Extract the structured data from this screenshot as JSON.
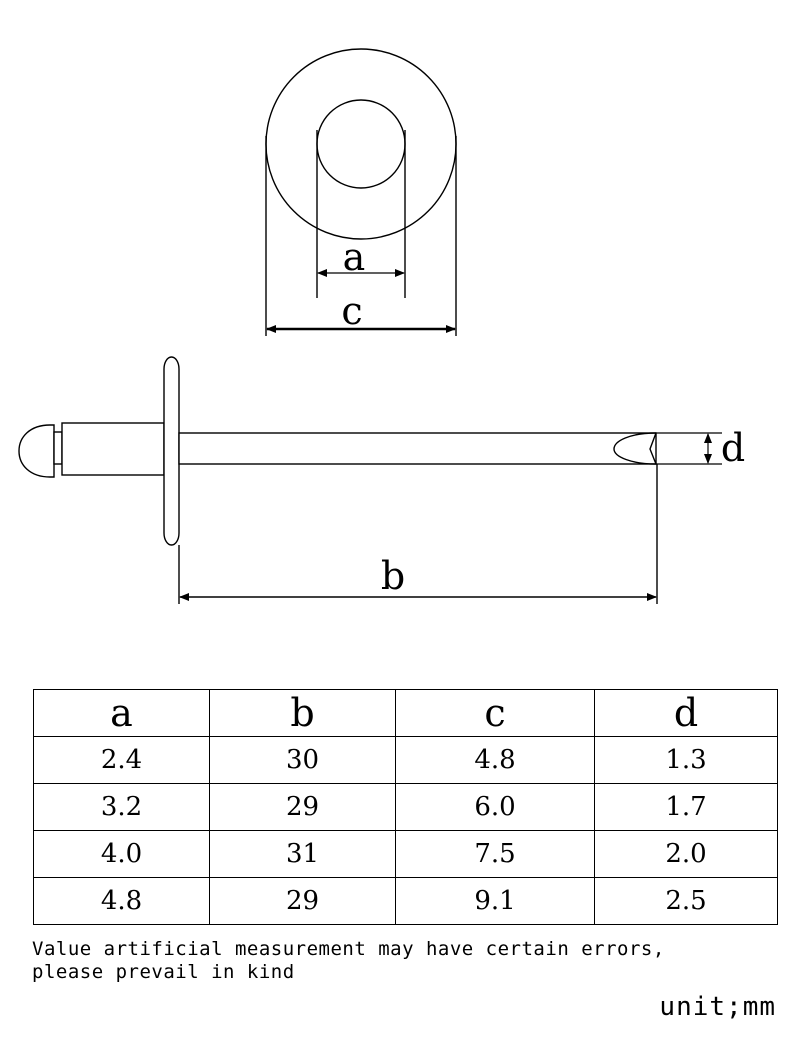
{
  "drawing": {
    "label_a": "a",
    "label_b": "b",
    "label_c": "c",
    "label_d": "d"
  },
  "table": {
    "headers": [
      "a",
      "b",
      "c",
      "d"
    ],
    "rows": [
      [
        "2.4",
        "30",
        "4.8",
        "1.3"
      ],
      [
        "3.2",
        "29",
        "6.0",
        "1.7"
      ],
      [
        "4.0",
        "31",
        "7.5",
        "2.0"
      ],
      [
        "4.8",
        "29",
        "9.1",
        "2.5"
      ]
    ]
  },
  "note": "Value artificial measurement may have certain errors,\nplease prevail in kind",
  "unit": "unit;mm"
}
